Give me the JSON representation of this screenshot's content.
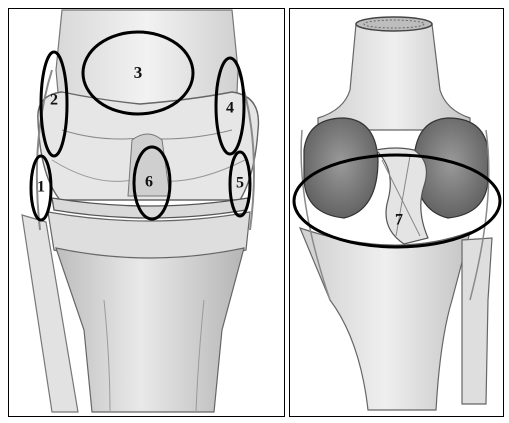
{
  "panels": {
    "left": {
      "regions": [
        {
          "id": "1",
          "label": "1"
        },
        {
          "id": "2",
          "label": "2"
        },
        {
          "id": "3",
          "label": "3"
        },
        {
          "id": "4",
          "label": "4"
        },
        {
          "id": "5",
          "label": "5"
        },
        {
          "id": "6",
          "label": "6"
        }
      ]
    },
    "right": {
      "regions": [
        {
          "id": "7",
          "label": "7"
        }
      ]
    }
  },
  "colors": {
    "outline": "#000000",
    "bone_light": "#eeeeee",
    "bone_mid": "#c9c9c9",
    "bone_dark": "#8a8a8a",
    "background": "#ffffff"
  }
}
